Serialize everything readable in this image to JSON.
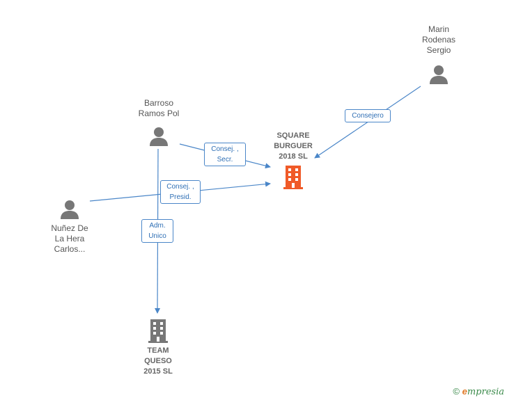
{
  "people": {
    "marin": {
      "name": "Marin\nRodenas\nSergio"
    },
    "barroso": {
      "name": "Barroso\nRamos Pol"
    },
    "nunez": {
      "name": "Nuñez De\nLa Hera\nCarlos..."
    }
  },
  "companies": {
    "square": {
      "name": "SQUARE\nBURGUER\n2018  SL",
      "color": "#f05a28"
    },
    "team": {
      "name": "TEAM\nQUESO\n2015  SL",
      "color": "#777777"
    }
  },
  "relations": {
    "consejero": "Consejero",
    "consej_secr": "Consej. ,\nSecr.",
    "consej_presid": "Consej. ,\nPresid.",
    "adm_unico": "Adm.\nUnico"
  },
  "colors": {
    "edge": "#4a86c8",
    "person": "#777777"
  },
  "footer": {
    "copyright": "©",
    "brand_initial": "e",
    "brand_rest": "mpresia"
  }
}
